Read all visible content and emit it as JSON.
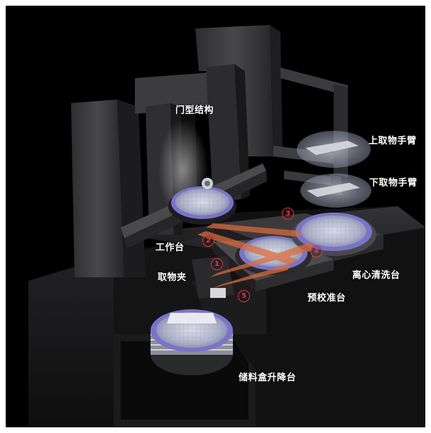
{
  "labels": {
    "gantry": "门型结构",
    "upper_arm": "上取物手臂",
    "lower_arm": "下取物手臂",
    "work_table": "工作台",
    "gripper": "取物夹",
    "centrifugal_cleaning_table": "离心清洗台",
    "pre_alignment_table": "预校准台",
    "cassette_elevator": "储料盒升降台"
  },
  "steps": [
    "1",
    "2",
    "3",
    "4",
    "5"
  ],
  "colors": {
    "background": "#000000",
    "path": "#e06a3a",
    "marker": "#e8353a",
    "wafer_ring": "#7a74c8"
  }
}
